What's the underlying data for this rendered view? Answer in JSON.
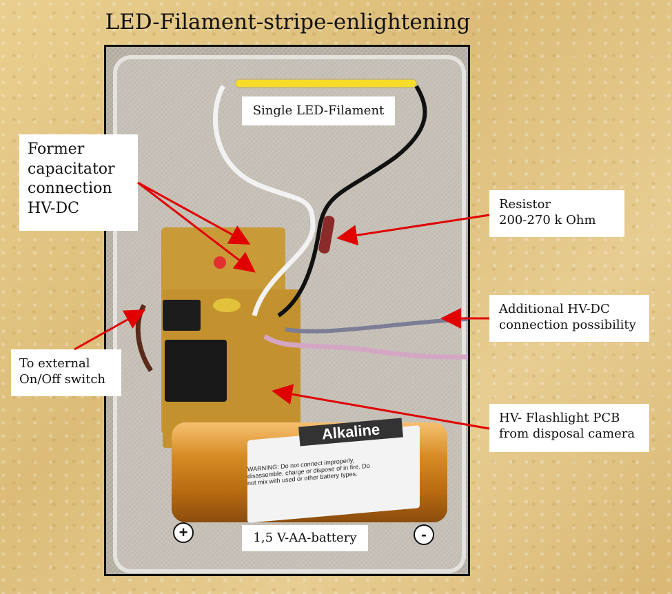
{
  "title": "LED-Filament-stripe-enlightening",
  "labels": {
    "filament": "Single LED-Filament",
    "former_line1": "Former",
    "former_line2": "capacitator",
    "former_line3": "connection",
    "former_line4": "HV-DC",
    "resistor_line1": "Resistor",
    "resistor_line2": "200-270 k Ohm",
    "hvdc_line1": "Additional HV-DC",
    "hvdc_line2": "connection possibility",
    "switch_line1": "To external",
    "switch_line2": "On/Off switch",
    "pcb_line1": "HV- Flashlight PCB",
    "pcb_line2": "from disposal camera",
    "battery": "1,5 V-AA-battery",
    "plus": "+",
    "minus": "-"
  },
  "battery_print": {
    "brand": "Alkaline",
    "warning": "WARNING: Do not connect improperly, disassemble, charge or dispose of in fire. Do not mix with used or other battery types."
  },
  "colors": {
    "background": "#e2c685",
    "arrow": "#e00000",
    "filament": "#f7dd2a",
    "pcb": "#c99a38"
  }
}
